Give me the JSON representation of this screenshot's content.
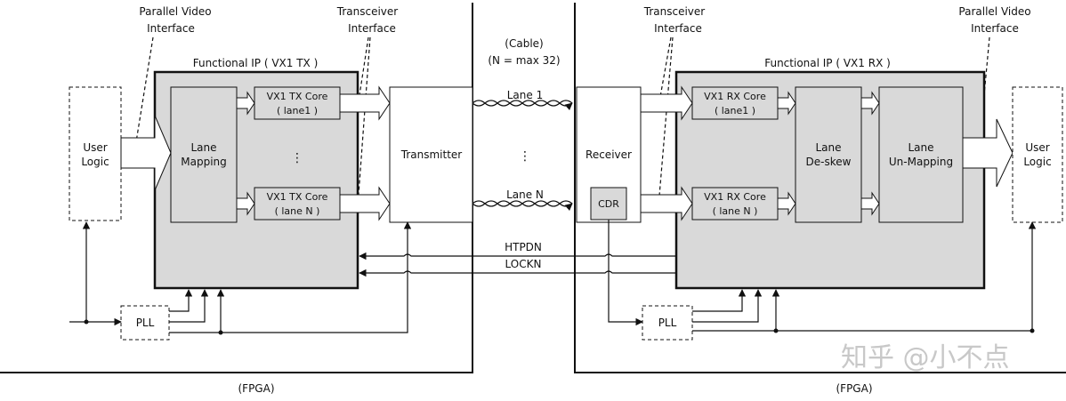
{
  "tx": {
    "parallel_video_interface": [
      "Parallel Video",
      "Interface"
    ],
    "transceiver_interface": [
      "Transceiver",
      "Interface"
    ],
    "functional_ip": "Functional IP ( VX1 TX )",
    "user_logic": [
      "User",
      "Logic"
    ],
    "lane_mapping": [
      "Lane",
      "Mapping"
    ],
    "core_lane1": [
      "VX1 TX Core",
      "( lane1 )"
    ],
    "core_laneN": [
      "VX1 TX Core",
      "( lane N )"
    ],
    "vdots": "⋮",
    "transmitter": "Transmitter",
    "pll": "PLL",
    "fpga": "(FPGA)"
  },
  "cable": {
    "title": "(Cable)",
    "subtitle": "(N = max 32)",
    "lane1": "Lane 1",
    "laneN": "Lane N",
    "vdots": "⋮",
    "htpdn": "HTPDN",
    "lockn": "LOCKN"
  },
  "rx": {
    "transceiver_interface": [
      "Transceiver",
      "Interface"
    ],
    "parallel_video_interface": [
      "Parallel Video",
      "Interface"
    ],
    "functional_ip": "Functional IP ( VX1 RX )",
    "receiver": "Receiver",
    "cdr": "CDR",
    "core_lane1": [
      "VX1 RX Core",
      "( lane1 )"
    ],
    "core_laneN": [
      "VX1 RX Core",
      "( lane N )"
    ],
    "lane_deskew": [
      "Lane",
      "De-skew"
    ],
    "lane_unmapping": [
      "Lane",
      "Un-Mapping"
    ],
    "user_logic": [
      "User",
      "Logic"
    ],
    "pll": "PLL",
    "fpga": "(FPGA)"
  },
  "watermark": "知乎 @小不点"
}
